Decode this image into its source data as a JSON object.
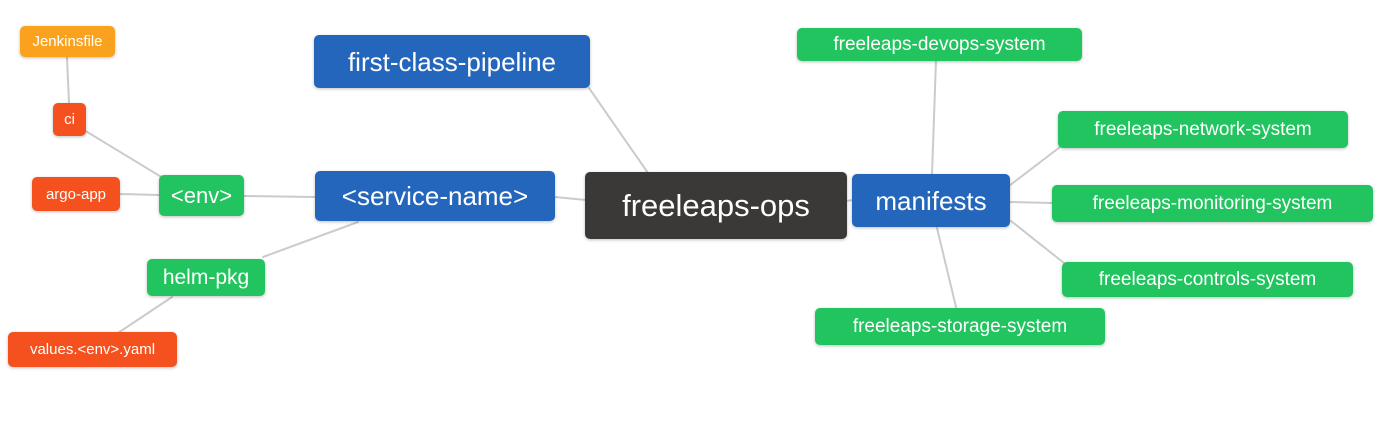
{
  "diagram": {
    "type": "mindmap",
    "root_id": "freeleaps_ops",
    "nodes": {
      "freeleaps_ops": {
        "label": "freeleaps-ops",
        "level": 0,
        "color": "#3B3838"
      },
      "first_class_pipeline": {
        "label": "first-class-pipeline",
        "level": 1,
        "color": "#2366BC"
      },
      "service_name": {
        "label": "<service-name>",
        "level": 1,
        "color": "#2366BC"
      },
      "manifests": {
        "label": "manifests",
        "level": 1,
        "color": "#2366BC"
      },
      "env": {
        "label": "<env>",
        "level": 2,
        "color": "#21C45E"
      },
      "helm_pkg": {
        "label": "helm-pkg",
        "level": 2,
        "color": "#21C45E"
      },
      "jenkinsfile": {
        "label": "Jenkinsfile",
        "level": 3,
        "color": "#FAA21E"
      },
      "ci": {
        "label": "ci",
        "level": 3,
        "color": "#F4511E"
      },
      "argo_app": {
        "label": "argo-app",
        "level": 3,
        "color": "#F4511E"
      },
      "values_env_yaml": {
        "label": "values.<env>.yaml",
        "level": 3,
        "color": "#F4511E"
      },
      "devops_system": {
        "label": "freeleaps-devops-system",
        "level": 2,
        "color": "#21C45E"
      },
      "network_system": {
        "label": "freeleaps-network-system",
        "level": 2,
        "color": "#21C45E"
      },
      "monitoring_system": {
        "label": "freeleaps-monitoring-system",
        "level": 2,
        "color": "#21C45E"
      },
      "controls_system": {
        "label": "freeleaps-controls-system",
        "level": 2,
        "color": "#21C45E"
      },
      "storage_system": {
        "label": "freeleaps-storage-system",
        "level": 2,
        "color": "#21C45E"
      }
    },
    "edges": [
      {
        "from": "jenkinsfile",
        "to": "ci"
      },
      {
        "from": "ci",
        "to": "env"
      },
      {
        "from": "argo_app",
        "to": "env"
      },
      {
        "from": "env",
        "to": "service_name"
      },
      {
        "from": "helm_pkg",
        "to": "service_name"
      },
      {
        "from": "values_env_yaml",
        "to": "helm_pkg"
      },
      {
        "from": "first_class_pipeline",
        "to": "freeleaps_ops"
      },
      {
        "from": "service_name",
        "to": "freeleaps_ops"
      },
      {
        "from": "freeleaps_ops",
        "to": "manifests"
      },
      {
        "from": "manifests",
        "to": "devops_system"
      },
      {
        "from": "manifests",
        "to": "network_system"
      },
      {
        "from": "manifests",
        "to": "monitoring_system"
      },
      {
        "from": "manifests",
        "to": "controls_system"
      },
      {
        "from": "manifests",
        "to": "storage_system"
      }
    ],
    "edge_color": "#CBCBCB",
    "background_color": "#FFFFFF",
    "text_color": "#FFFFFF"
  }
}
